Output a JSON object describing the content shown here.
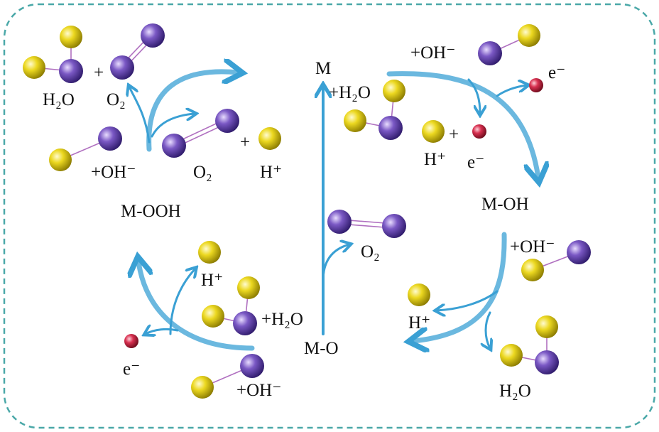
{
  "title": "Oxygen evolution reaction mechanism cycle",
  "colors": {
    "border": "#4aa8a8",
    "arrow": "#3aa0d4",
    "hydrogen": "#ecd820",
    "oxygen": "#7a58c4",
    "electron": "#d83050"
  },
  "labels": {
    "tl_h2o": "H₂O",
    "tl_plus1": "+",
    "tl_o2": "O₂",
    "tl_oh": "+OH⁻",
    "tl_o2b": "O₂",
    "tl_plus2": "+",
    "tl_h": "H⁺",
    "m_ooh": "M-OOH",
    "m": "M",
    "c_h2o": "+H₂O",
    "c_o2": "O₂",
    "m_o": "M-O",
    "tr_oh": "+OH⁻",
    "tr_e1": "e⁻",
    "tr_h": "H⁺",
    "tr_plus": "+",
    "tr_e2": "e⁻",
    "m_oh": "M-OH",
    "br_oh": "+OH⁻",
    "br_h": "H⁺",
    "br_h2o": "H₂O",
    "bl_h": "H⁺",
    "bl_h2o": "+H₂O",
    "bl_e": "e⁻",
    "bl_oh": "+OH⁻"
  }
}
